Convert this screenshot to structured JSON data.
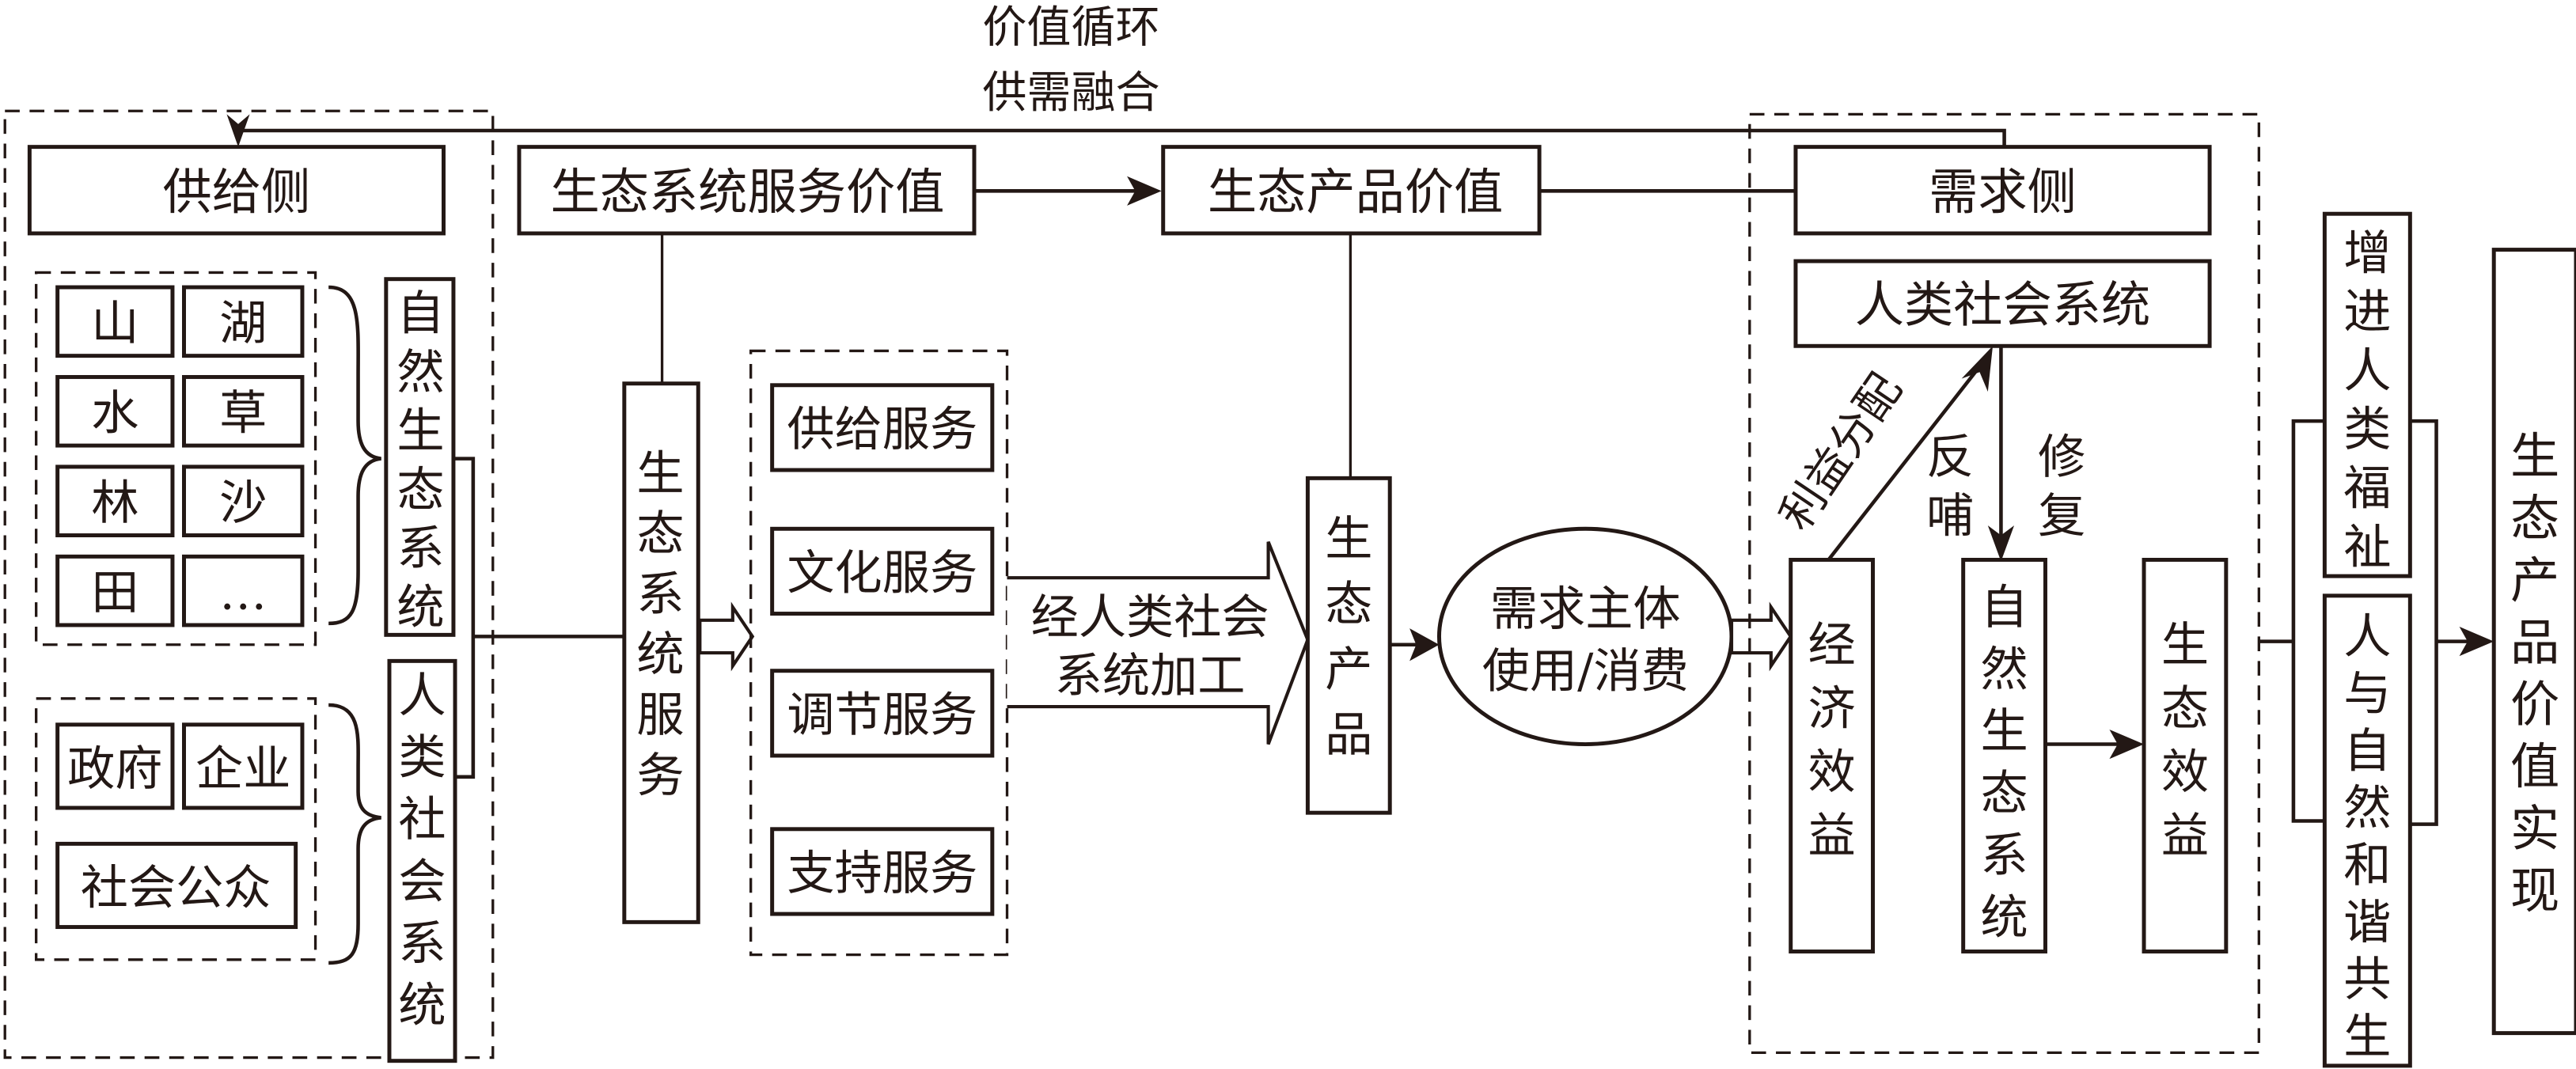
{
  "loop": {
    "top_label": "价值循环",
    "bottom_label": "供需融合"
  },
  "supply_side": {
    "title": "供给侧",
    "natural_elements": [
      "山",
      "湖",
      "水",
      "草",
      "林",
      "沙",
      "田",
      "…"
    ],
    "natural_system": "自然生态系统",
    "social_actors": [
      "政府",
      "企业",
      "社会公众"
    ],
    "social_system": "人类社会系统"
  },
  "value_chain": {
    "ecosystem_service_value": "生态系统服务价值",
    "eco_product_value": "生态产品价值"
  },
  "ecosystem_services": {
    "label": "生态系统服务",
    "items": [
      "供给服务",
      "文化服务",
      "调节服务",
      "支持服务"
    ]
  },
  "processing": {
    "line1": "经人类社会",
    "line2": "系统加工"
  },
  "eco_product": "生态产品",
  "consumption": {
    "line1": "需求主体",
    "line2": "使用/消费"
  },
  "demand_side": {
    "title": "需求侧",
    "social_system": "人类社会系统",
    "benefit_distribution": "利益分配",
    "feedback": "反哺",
    "restore": "修复",
    "economic_benefit": "经济效益",
    "natural_system": "自然生态系统",
    "ecological_benefit": "生态效益"
  },
  "outcomes": {
    "welfare": "增进人类福祉",
    "harmony": "人与自然和谐共生",
    "realization": "生态产品价值实现"
  }
}
